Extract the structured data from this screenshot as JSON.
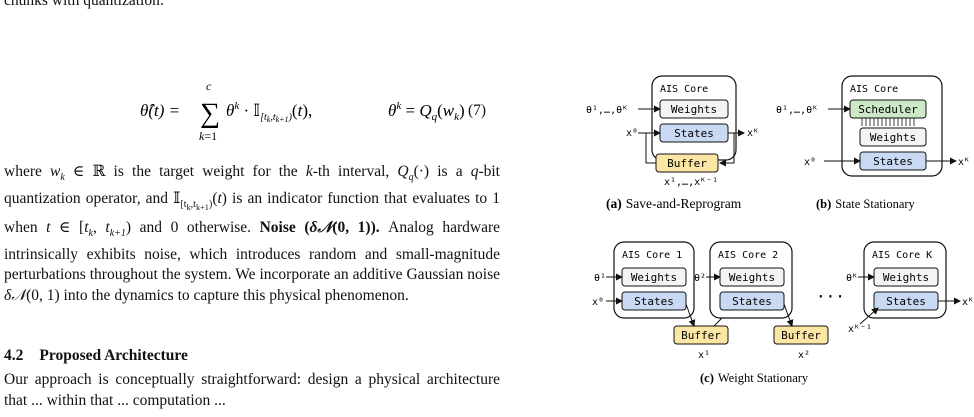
{
  "text": {
    "line0": "chunks with quantization:",
    "eq_number": "(7)",
    "para2_a": "where ",
    "para2_b": " is the target weight for the ",
    "para2_c": "-th interval, ",
    "para2_d": " is a ",
    "para2_e": "-bit quantization operator, and ",
    "para2_f": " is an indicator function that evaluates to 1 when ",
    "para2_g": " and 0 otherwise.",
    "noise_title": "Noise (",
    "noise_title_end": ").",
    "noise_body": " Analog hardware intrinsically exhibits noise, which introduces random and small-magnitude perturbations throughout the system. We incorporate an additive Gaussian noise ",
    "noise_body2": " into the dynamics to capture this physical phenomenon.",
    "section_num": "4.2",
    "section_title": "Proposed Architecture",
    "para3": "Our approach is conceptually straightforward: design a physical architecture that ... within that ... computation ..."
  },
  "figure": {
    "a": {
      "core_title": "AIS Core",
      "weights": "Weights",
      "states": "States",
      "buffer": "Buffer",
      "theta_in": "θ¹,…,θᴷ",
      "x0": "x⁰",
      "xK": "xᴷ",
      "x_out": "x¹,…,xᴷ⁻¹",
      "caption_label": "(a)",
      "caption_text": "Save-and-Reprogram"
    },
    "b": {
      "core_title": "AIS Core",
      "scheduler": "Scheduler",
      "weights": "Weights",
      "states": "States",
      "theta_in": "θ¹,…,θᴷ",
      "x0": "x⁰",
      "xK": "xᴷ",
      "caption_label": "(b)",
      "caption_text": "State Stationary"
    },
    "c": {
      "core1": "AIS Core 1",
      "core2": "AIS Core 2",
      "coreK": "AIS Core K",
      "weights": "Weights",
      "states": "States",
      "buffer": "Buffer",
      "theta1": "θ¹",
      "theta2": "θ²",
      "thetaK": "θᴷ",
      "x0": "x⁰",
      "x1": "x¹",
      "x2": "x²",
      "xKm1": "xᴷ⁻¹",
      "xK": "xᴷ",
      "dots": "···",
      "caption_label": "(c)",
      "caption_text": "Weight Stationary"
    }
  },
  "colors": {
    "weights_fill": "#f4f4f4",
    "states_fill": "#c9d9f3",
    "buffer_fill": "#fbe6a3",
    "scheduler_fill": "#cde8c6",
    "line": "#111111"
  }
}
